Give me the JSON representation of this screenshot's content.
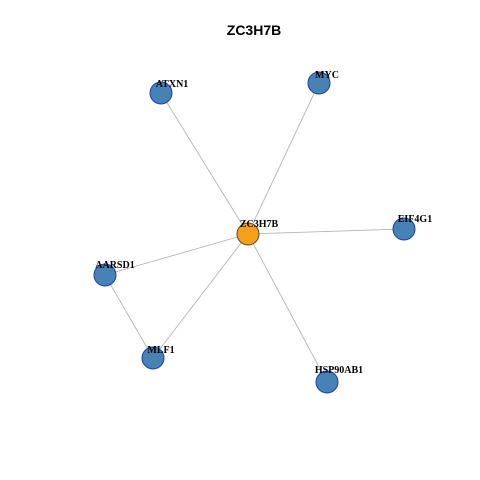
{
  "title": "ZC3H7B",
  "center": "ZC3H7B",
  "colors": {
    "background": "#ffffff",
    "center_fill": "#f5a01a",
    "center_stroke": "#5c4a2a",
    "node_fill": "#4682b4",
    "node_stroke": "#1f3fa8",
    "edge": "#b5b5b5",
    "title": "#000000",
    "label": "#000000"
  },
  "nodes": [
    {
      "id": "ZC3H7B",
      "label": "ZC3H7B",
      "type": "center"
    },
    {
      "id": "ATXN1",
      "label": "ATXN1",
      "type": "neighbor"
    },
    {
      "id": "MYC",
      "label": "MYC",
      "type": "neighbor"
    },
    {
      "id": "EIF4G1",
      "label": "EIF4G1",
      "type": "neighbor"
    },
    {
      "id": "AARSD1",
      "label": "AARSD1",
      "type": "neighbor"
    },
    {
      "id": "MLF1",
      "label": "MLF1",
      "type": "neighbor"
    },
    {
      "id": "HSP90AB1",
      "label": "HSP90AB1",
      "type": "neighbor"
    }
  ],
  "edges": [
    {
      "source": "ZC3H7B",
      "target": "ATXN1"
    },
    {
      "source": "ZC3H7B",
      "target": "MYC"
    },
    {
      "source": "ZC3H7B",
      "target": "EIF4G1"
    },
    {
      "source": "ZC3H7B",
      "target": "AARSD1"
    },
    {
      "source": "ZC3H7B",
      "target": "MLF1"
    },
    {
      "source": "ZC3H7B",
      "target": "HSP90AB1"
    },
    {
      "source": "AARSD1",
      "target": "MLF1"
    }
  ]
}
